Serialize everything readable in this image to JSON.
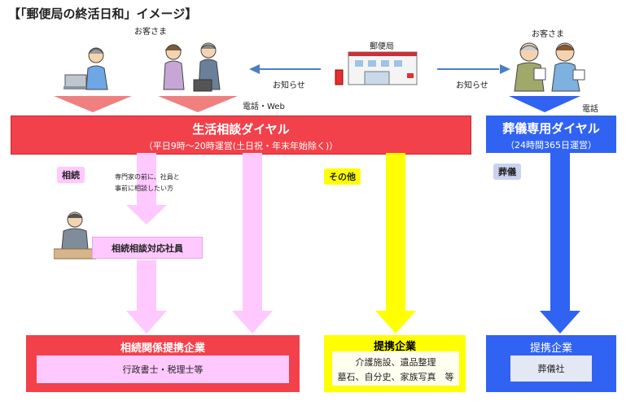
{
  "title": "【「郵便局の終活日和」イメージ】",
  "customers_left_label": "お客さま",
  "customers_right_label": "お客さま",
  "post_office_label": "郵便局",
  "notice_left": "お知らせ",
  "notice_right": "お知らせ",
  "contact_phone_web": "電話・Web",
  "contact_phone": "電話",
  "dial_main": {
    "title": "生活相談ダイヤル",
    "hours": "（平日9時～20時運営(土日祝・年末年始除く)）"
  },
  "dial_funeral": {
    "title": "葬儀専用ダイヤル",
    "hours": "（24時間365日運営）"
  },
  "tag_inheritance": "相続",
  "tag_other": "その他",
  "tag_funeral": "葬儀",
  "note_line1": "専門家の前に、社員と",
  "note_line2": "事前に相談したい方",
  "staff_label": "相続相談対応社員",
  "panel_inheritance": {
    "title": "相続関係提携企業",
    "body": "行政書士・税理士等"
  },
  "panel_other": {
    "title": "提携企業",
    "line1": "介護施設、遺品整理",
    "line2": "墓石、自分史、家族写真　等"
  },
  "panel_funeral": {
    "title": "提携企業",
    "body": "葬儀社"
  },
  "colors": {
    "red": "#f2414a",
    "blue": "#3163f2",
    "pink": "#ffc8ff",
    "yellow": "#ffff00",
    "salmon": "#f08080"
  }
}
